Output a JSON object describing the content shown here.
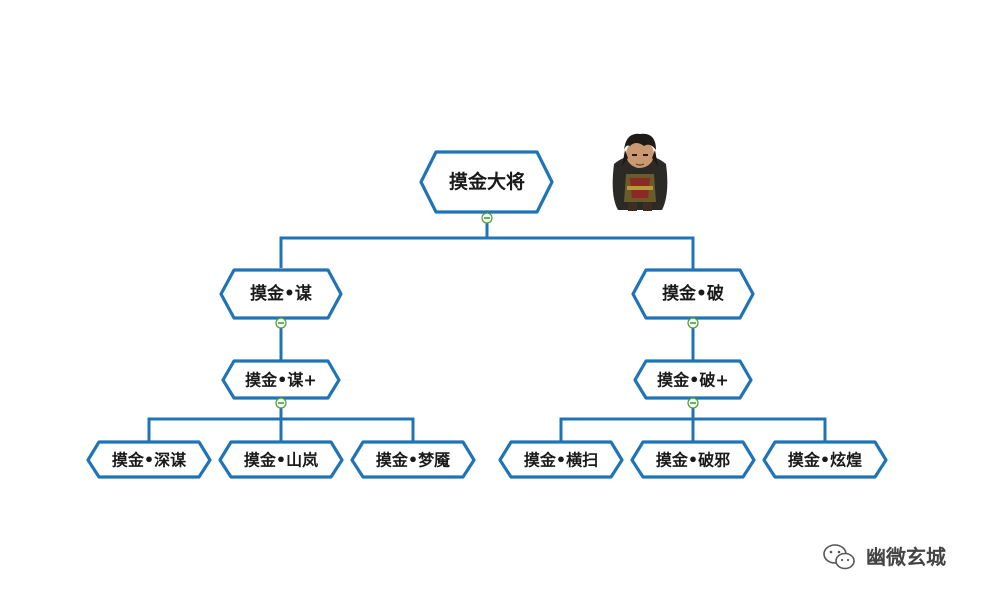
{
  "colors": {
    "connector": "#1f74b8",
    "node_border": "#1f74b8",
    "collapse_toggle": "#4f9a3a"
  },
  "root": {
    "label": "摸金大将",
    "avatar_icon": "character-sprite-icon",
    "children": [
      {
        "label": "摸金•谋",
        "children": [
          {
            "label": "摸金•谋+",
            "children": [
              {
                "label": "摸金•深谋"
              },
              {
                "label": "摸金•山岚"
              },
              {
                "label": "摸金•梦魇"
              }
            ]
          }
        ]
      },
      {
        "label": "摸金•破",
        "children": [
          {
            "label": "摸金•破+",
            "children": [
              {
                "label": "摸金•横扫"
              },
              {
                "label": "摸金•破邪"
              },
              {
                "label": "摸金•炫煌"
              }
            ]
          }
        ]
      }
    ]
  },
  "watermark": {
    "icon": "wechat-icon",
    "text": "幽微玄城"
  }
}
